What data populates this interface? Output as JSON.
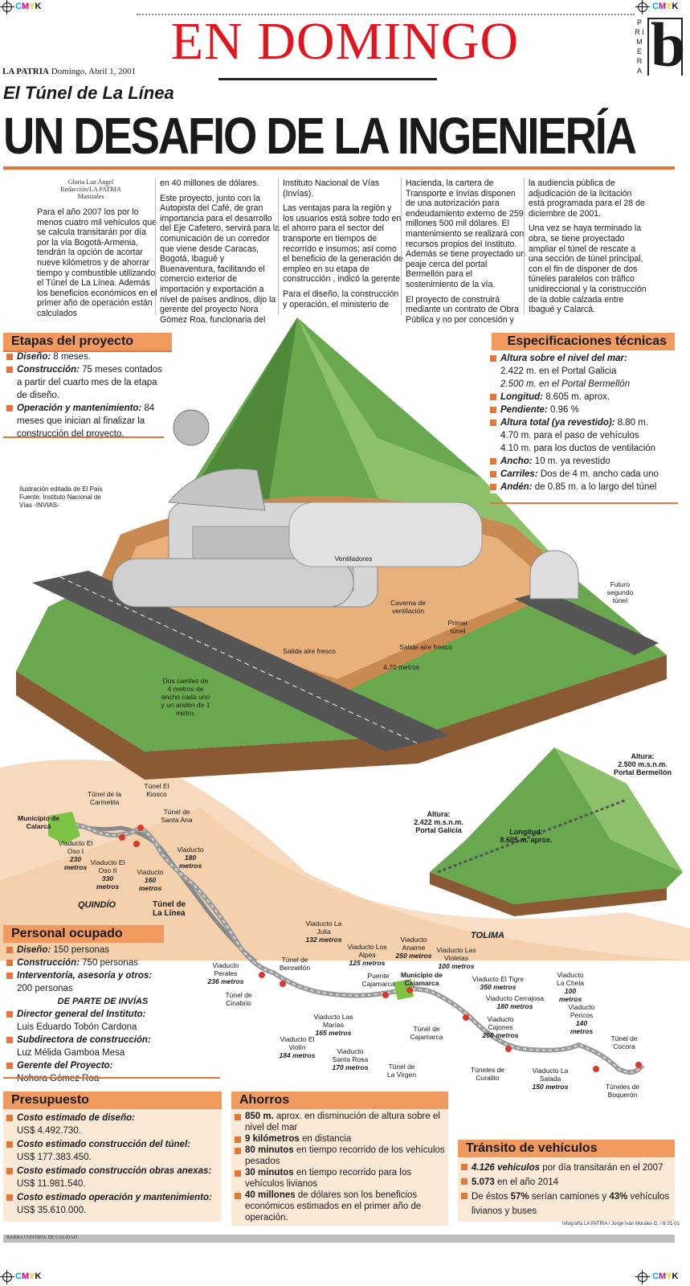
{
  "header": {
    "masthead": "EN DOMINGO",
    "publication": "LA PATRIA",
    "date": "Domingo, Abril 1, 2001",
    "section_vertical": "P R I M E R A",
    "section_letter": "b",
    "cmyk_label": "CMYK"
  },
  "article": {
    "kicker": "El Túnel de La Línea",
    "headline": "UN DESAFIO DE LA INGENIERÍA",
    "byline": [
      "Gloria Luz Ángel",
      "Redacción/LA PATRIA",
      "Manizales"
    ],
    "columns": [
      [
        "Para el año 2007 los por lo menos cuatro mil vehículos que se calcula transitarán por día por la vía Bogotá-Armenia, tendrán la opción de acortar nueve kilómetros y de ahorrar tiempo y combustible utilizando el Túnel de La Línea. Además los beneficios económicos en el primer año de operación están calculados"
      ],
      [
        "en 40 millones de dólares.",
        "Este proyecto, junto con la Autopista del Café, de gran importancia para el desarrollo del Eje Cafetero, servirá para la comunicación de un corredor que viene desde Caracas, Bogotá, Ibagué y Buenaventura, facilitando el comercio exterior de importación y exportación a nivel de países andinos, dijo la gerente del proyecto Nora Gómez Roa, funcionaria del"
      ],
      [
        "Instituto Nacional de Vías (Invías).",
        "Las ventajas para la región y los usuarios está sobre todo en el ahorro para el sector del transporte en tiempos de recorrido e insumos; así como el beneficio de la generación de empleo en su etapa de construcción , indicó la gerente.",
        "Para el diseño, la construcción y operación, el ministerio de"
      ],
      [
        "Hacienda, la cartera de Transporte e Invías disponen de una autorización para endeudamiento externo de 259 millones 500 mil dólares. El mantenimiento se realizará con recursos propios del Instituto. Además se tiene proyectado un peaje cerca del portal Bermellón para el sostenimiento de la vía.",
        "El proyecto de construirá mediante un contrato de Obra Pública y no por concesión y"
      ],
      [
        "la audiencia pública de adjudicación de la licitación está programada para el 28 de diciembre de 2001.",
        "Una vez se haya terminado la obra, se tiene proyectado ampliar el túnel de rescate a una sección de túnel principal, con el fin de disponer de dos túneles paralelos con tráfico unidireccional y la construcción de la doble calzada entre Ibagué y Calarcá."
      ]
    ]
  },
  "etapas": {
    "title": "Etapas del proyecto",
    "items": [
      {
        "label": "Diseño:",
        "text": " 8 meses."
      },
      {
        "label": "Construcción:",
        "text": " 75 meses contados a partir del cuarto mes de la etapa de diseño."
      },
      {
        "label": "Operación y mantenimiento:",
        "text": " 84 meses que inician al finalizar la construcción del proyecto."
      }
    ]
  },
  "credit_note": [
    "Ilustración editada de El País",
    "Fuente: Instituto Nacional de",
    "Vías -INVIAS-"
  ],
  "specs": {
    "title": "Especificaciones técnicas",
    "items": [
      {
        "label": "Altura sobre el nivel del mar:",
        "text": "",
        "sub": [
          "2.422 m. en el Portal Galicia",
          "2.500 m. en el Portal Bermellón"
        ]
      },
      {
        "label": "Longitud:",
        "text": " 8.605 m. aprox.",
        "sub": []
      },
      {
        "label": "Pendiente:",
        "text": " 0.96 %",
        "sub": []
      },
      {
        "label": "Altura total (ya revestido):",
        "text": " 8.80 m.",
        "sub": [
          "4.70 m. para el paso de vehículos",
          "4.10 m. para los ductos de ventilación"
        ]
      },
      {
        "label": "Ancho:",
        "text": " 10 m. ya revestido",
        "sub": []
      },
      {
        "label": "Carriles:",
        "text": " Dos de 4 m. ancho cada uno",
        "sub": []
      },
      {
        "label": "Andén:",
        "text": " de 0.85 m. a lo largo del túnel",
        "sub": []
      }
    ]
  },
  "illustration_labels": {
    "ventiladores": "Ventiladores",
    "caverna": "Caverna de ventilación",
    "primer_tunel": "Primer túnel",
    "futuro": "Futuro segundo túnel",
    "salida1": "Salida aire fresco",
    "salida2": "Salida aire fresco",
    "metros": "4,70 metros",
    "carriles": "Dos carriles de 4 metros de ancho cada uno y un andén de 1 metro.",
    "altura_bermellon": [
      "Altura:",
      "2.500 m.s.n.m.",
      "Portal Bermellón"
    ],
    "altura_galicia": [
      "Altura:",
      "2.422 m.s.n.m.",
      "Portal Galicia"
    ],
    "longitud": [
      "Longitud:",
      "8.605 m. aprox."
    ]
  },
  "map": {
    "regions": [
      "QUINDÍO",
      "TOLIMA"
    ],
    "tunnel_main": [
      "Túnel de",
      "La Línea"
    ],
    "labels": [
      {
        "name": "Municipio de Calarcá",
        "len": ""
      },
      {
        "name": "Túnel de la Carmelita",
        "len": ""
      },
      {
        "name": "Túnel El Kiosco",
        "len": ""
      },
      {
        "name": "Túnel de Santa Ana",
        "len": ""
      },
      {
        "name": "Viaducto El Oso I",
        "len": "230 metros"
      },
      {
        "name": "Viaducto El Oso II",
        "len": "330 metros"
      },
      {
        "name": "Viaducto",
        "len": "160 metros"
      },
      {
        "name": "Viaducto",
        "len": "180 metros"
      },
      {
        "name": "Viaducto La Julia",
        "len": "132 metros"
      },
      {
        "name": "Viaducto Los Alpes",
        "len": "125 metros"
      },
      {
        "name": "Viaducto Anaime",
        "len": "250 metros"
      },
      {
        "name": "Viaducto Las Violetas",
        "len": "100 metros"
      },
      {
        "name": "Viaducto Perales",
        "len": "236 metros"
      },
      {
        "name": "Túnel de Bermellón",
        "len": ""
      },
      {
        "name": "Túnel de Cinabrio",
        "len": ""
      },
      {
        "name": "Puente Cajamarca",
        "len": ""
      },
      {
        "name": "Municipio de Cajamarca",
        "len": ""
      },
      {
        "name": "Viaducto El Tigre",
        "len": "350 metros"
      },
      {
        "name": "Viaducto Cerrajosa",
        "len": "180 metros"
      },
      {
        "name": "Viaducto Cajones",
        "len": "200 metros"
      },
      {
        "name": "Viaducto La Chela",
        "len": "100 metros"
      },
      {
        "name": "Viaducto Pericos",
        "len": "140 metros"
      },
      {
        "name": "Viaducto Las Marías",
        "len": "165 metros"
      },
      {
        "name": "Viaducto El Violín",
        "len": "184 metros"
      },
      {
        "name": "Viaducto Santa Rosa",
        "len": "170 metros"
      },
      {
        "name": "Túnel de Cajamarca",
        "len": ""
      },
      {
        "name": "Túnel de La Virgen",
        "len": ""
      },
      {
        "name": "Túneles de Curalito",
        "len": ""
      },
      {
        "name": "Viaducto La Salada",
        "len": "150 metros"
      },
      {
        "name": "Túnel de Cocora",
        "len": ""
      },
      {
        "name": "Túneles de Boquerón",
        "len": ""
      }
    ]
  },
  "personal": {
    "title": "Personal ocupado",
    "items": [
      {
        "label": "Diseño:",
        "text": " 150 personas"
      },
      {
        "label": "Construcción:",
        "text": " 750 personas"
      },
      {
        "label": "Interventoría, asesoría y otros:",
        "text": " 200 personas"
      }
    ],
    "subhead": "DE PARTE DE INVÍAS",
    "roles": [
      {
        "label": "Director general del Instituto:",
        "text": "Luis Eduardo Tobón Cardona"
      },
      {
        "label": "Subdirectora de construcción:",
        "text": "Luz Mélida Gamboa Mesa"
      },
      {
        "label": "Gerente del Proyecto:",
        "text": "Nohora Gómez Roa"
      }
    ]
  },
  "presupuesto": {
    "title": "Presupuesto",
    "items": [
      {
        "label": "Costo estimado de diseño:",
        "text": "US$ 4.492.730."
      },
      {
        "label": "Costo estimado construcción del túnel:",
        "text": "US$ 177.383.450."
      },
      {
        "label": "Costo estimado construcción obras anexas:",
        "text": "US$ 11.981.540."
      },
      {
        "label": "Costo estimado operación y mantenimiento:",
        "text": "US$ 35.610.000."
      }
    ]
  },
  "ahorros": {
    "title": "Ahorros",
    "items": [
      {
        "label": "850 m.",
        "text": " aprox. en disminución de altura sobre el nivel del mar"
      },
      {
        "label": "9 kilómetros",
        "text": " en distancia"
      },
      {
        "label": "80 minutos",
        "text": " en tiempo recorrido de los vehículos pesados"
      },
      {
        "label": "30 minutos",
        "text": " en tiempo recorrido para los vehículos livianos"
      },
      {
        "label": "40 millones",
        "text": " de dólares son los beneficios económicos estimados en el primer año de operación."
      }
    ]
  },
  "transito": {
    "title": "Tránsito de vehículos",
    "items": [
      {
        "label": "4.126 vehículos",
        "text": " por día transitarán en el 2007"
      },
      {
        "label": "5.073",
        "text": " en el año 2014"
      },
      {
        "pre": "De éstos ",
        "label": "57%",
        "mid": " serían camiones y ",
        "label2": "43%",
        "text": " vehículos livianos y buses"
      }
    ]
  },
  "footer": {
    "credit": "Infografía LA PATRIA / Jorge Iván Morales G. / 8-31-01",
    "quality_bar": "BARRA CONTROL DE CALIDAD"
  },
  "colors": {
    "accent": "#e2773a",
    "masthead_red": "#e2151e",
    "mountain_green": "#6aa84f",
    "peach": "#f7d9bd"
  }
}
